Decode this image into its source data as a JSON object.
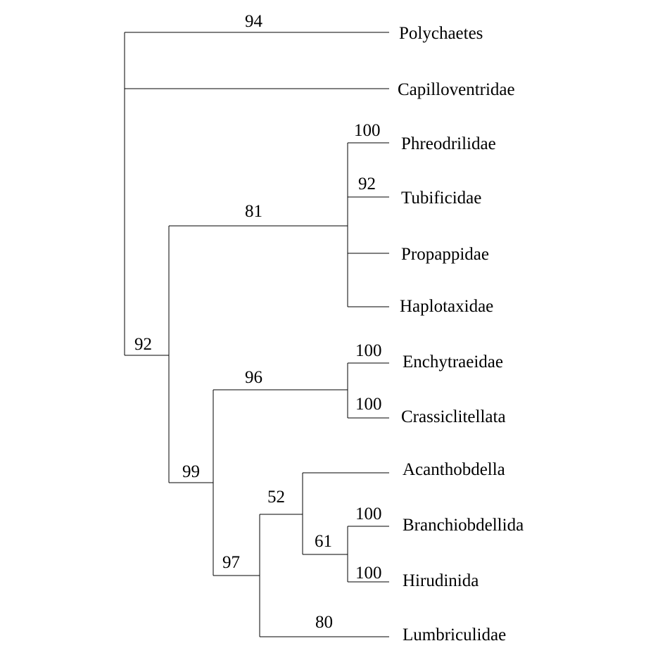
{
  "tree": {
    "taxa": [
      {
        "id": "polychaetes",
        "label": "Polychaetes"
      },
      {
        "id": "capilloventridae",
        "label": "Capilloventridae"
      },
      {
        "id": "phreodrilidae",
        "label": "Phreodrilidae"
      },
      {
        "id": "tubificidae",
        "label": "Tubificidae"
      },
      {
        "id": "propappidae",
        "label": "Propappidae"
      },
      {
        "id": "haplotaxidae",
        "label": "Haplotaxidae"
      },
      {
        "id": "enchytraeidae",
        "label": "Enchytraeidae"
      },
      {
        "id": "crassiclitellata",
        "label": "Crassiclitellata"
      },
      {
        "id": "acanthobdella",
        "label": "Acanthobdella"
      },
      {
        "id": "branchiobdellida",
        "label": "Branchiobdellida"
      },
      {
        "id": "hirudinida",
        "label": "Hirudinida"
      },
      {
        "id": "lumbriculidae",
        "label": "Lumbriculidae"
      }
    ],
    "support_values": [
      {
        "id": "s-polychaetes",
        "value": "94"
      },
      {
        "id": "s-phreodrilidae",
        "value": "100"
      },
      {
        "id": "s-tubificidae",
        "value": "92"
      },
      {
        "id": "s-clade-81",
        "value": "81"
      },
      {
        "id": "s-clade-92",
        "value": "92"
      },
      {
        "id": "s-enchytraeidae",
        "value": "100"
      },
      {
        "id": "s-crassiclitellata",
        "value": "100"
      },
      {
        "id": "s-clade-96",
        "value": "96"
      },
      {
        "id": "s-clade-99",
        "value": "99"
      },
      {
        "id": "s-clade-52",
        "value": "52"
      },
      {
        "id": "s-branchiobdellida",
        "value": "100"
      },
      {
        "id": "s-hirudinida",
        "value": "100"
      },
      {
        "id": "s-clade-61",
        "value": "61"
      },
      {
        "id": "s-clade-97",
        "value": "97"
      },
      {
        "id": "s-lumbriculidae",
        "value": "80"
      }
    ]
  }
}
